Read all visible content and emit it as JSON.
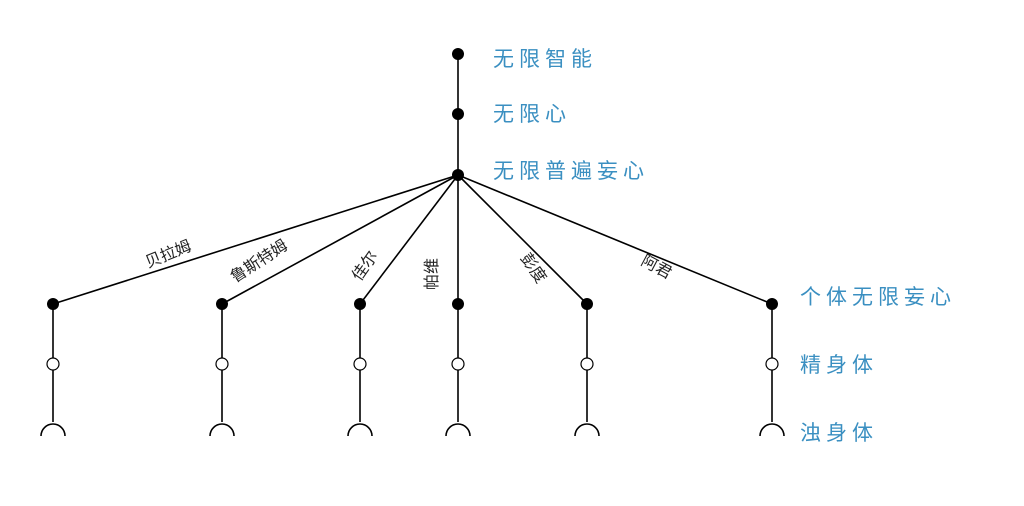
{
  "levels": {
    "infinite_intelligence": "无限智能",
    "infinite_mind": "无限心",
    "infinite_universal_mind": "无限普遍妄心",
    "individual_infinite_mind": "个体无限妄心",
    "subtle_body": "精身体",
    "gross_body": "浊身体"
  },
  "branches": [
    {
      "name": "贝拉姆"
    },
    {
      "name": "鲁斯特姆"
    },
    {
      "name": "佳尔"
    },
    {
      "name": "帕维"
    },
    {
      "name": "彭度"
    },
    {
      "name": "阿君"
    }
  ],
  "colors": {
    "level_label": "#3a8fc1",
    "lines": "#000000"
  }
}
